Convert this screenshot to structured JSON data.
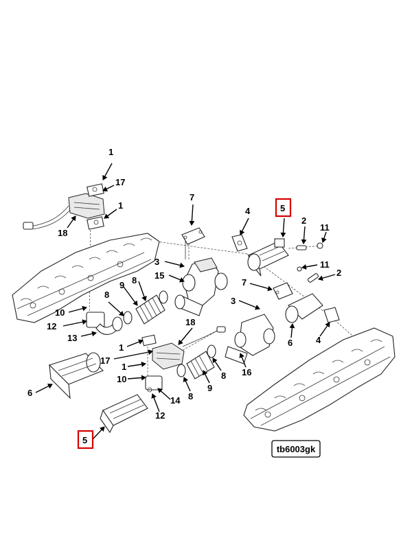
{
  "diagram": {
    "reference_code": "tb6003gk",
    "highlighted_label": "5",
    "labels": [
      "1",
      "17",
      "1",
      "18",
      "7",
      "4",
      "5",
      "2",
      "11",
      "3",
      "15",
      "9",
      "8",
      "8",
      "10",
      "12",
      "13",
      "11",
      "2",
      "7",
      "3",
      "6",
      "4",
      "18",
      "1",
      "17",
      "1",
      "10",
      "16",
      "9",
      "8",
      "8",
      "6",
      "14",
      "12",
      "5"
    ]
  }
}
